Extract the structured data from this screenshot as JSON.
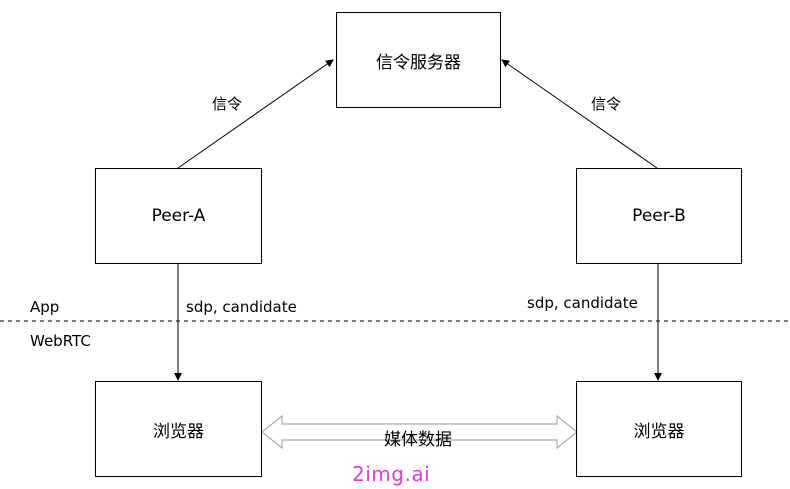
{
  "nodes": {
    "signal_server": "信令服务器",
    "peer_a": "Peer-A",
    "peer_b": "Peer-B",
    "browser_left": "浏览器",
    "browser_right": "浏览器"
  },
  "labels": {
    "signal_left": "信令",
    "signal_right": "信令",
    "sdp_left": "sdp, candidate",
    "sdp_right": "sdp, candidate",
    "layer_app": "App",
    "layer_webrtc": "WebRTC",
    "media": "媒体数据"
  },
  "watermark": "2img.ai",
  "colors": {
    "line": "#000000",
    "media_arrow": "#aaaaaa",
    "watermark": "#e040d0"
  }
}
